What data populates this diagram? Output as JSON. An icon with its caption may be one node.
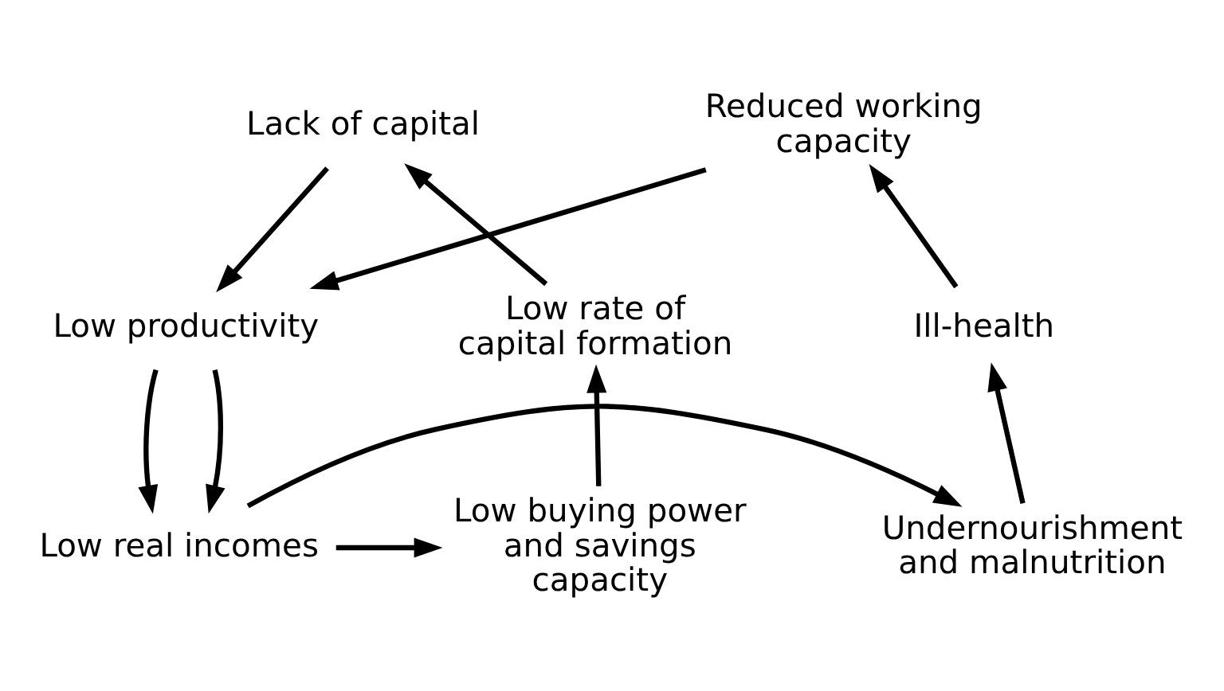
{
  "diagram": {
    "nodes": [
      {
        "text": [
          "Lack of capital"
        ]
      },
      {
        "text": [
          "Reduced working capacity"
        ]
      },
      {
        "text": [
          "Low rate of capital formation"
        ]
      },
      {
        "text": [
          "Low productivity"
        ]
      },
      {
        "text": [
          "Ill-health"
        ]
      },
      {
        "text": [
          "Low buying power and savings capacity"
        ]
      },
      {
        "text": [
          "Low real incomes"
        ]
      },
      {
        "text": [
          "Undernourishment and malnutrition"
        ]
      }
    ],
    "edges": [
      {
        "from": 0,
        "to": 3,
        "arrow": "to"
      },
      {
        "from": 3,
        "to": 6,
        "arrow": "to"
      },
      {
        "from": 6,
        "to": 5,
        "arrow": "to"
      },
      {
        "from": 5,
        "to": 2,
        "arrow": "to"
      },
      {
        "from": 2,
        "to": 0,
        "arrow": "to"
      },
      {
        "from": 1,
        "to": 3,
        "arrow": "to"
      },
      {
        "from": 3,
        "to": 6,
        "arrow": "to"
      },
      {
        "from": 6,
        "to": 7,
        "arrow": "to"
      },
      {
        "from": 7,
        "to": 4,
        "arrow": "to"
      },
      {
        "from": 4,
        "to": 1,
        "arrow": "to"
      }
    ]
  }
}
